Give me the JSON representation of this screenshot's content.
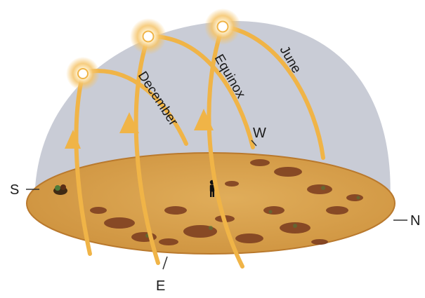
{
  "compass": {
    "south": "S",
    "north": "N",
    "east": "E",
    "west": "W"
  },
  "sun_paths": [
    {
      "label": "December"
    },
    {
      "label": "Equinox"
    },
    {
      "label": "June"
    }
  ],
  "colors": {
    "sky_dome": "#c9ccd6",
    "ground": "#d9a24a",
    "ground_edge": "#b9792d",
    "sun_path": "#f0b447",
    "sun_core": "#ffffff",
    "sun_glow": "#f5c46a",
    "vegetation": "#7a3b1f",
    "observer": "#111111"
  },
  "icons": {
    "observer": "person-silhouette-icon",
    "sun": "sun-icon",
    "tree": "tree-icon"
  }
}
